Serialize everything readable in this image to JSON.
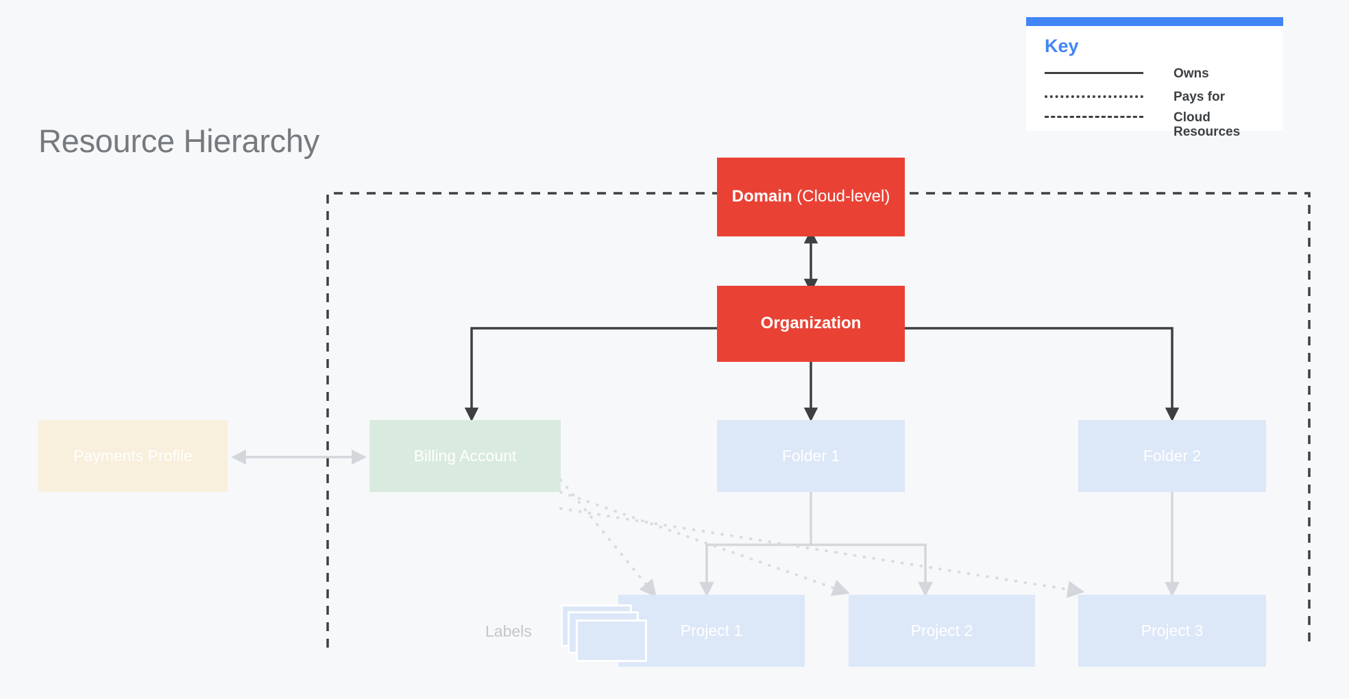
{
  "page": {
    "title": "Resource Hierarchy",
    "background_color": "#F7F8FA"
  },
  "colors": {
    "red": "#E94235",
    "blue_accent": "#4285F4",
    "cream": "#F8EFDC",
    "green": "#D9EADF",
    "blue": "#DCE7F8",
    "dark_line": "#3C4043",
    "light_line": "#D5D8DB",
    "title_gray": "#757A7E"
  },
  "key": {
    "title": "Key",
    "entries": [
      {
        "style": "solid",
        "label": "Owns"
      },
      {
        "style": "dotted",
        "label": "Pays for"
      },
      {
        "style": "dashed",
        "label": "Cloud Resources"
      }
    ]
  },
  "nodes": {
    "domain": {
      "label_bold": "Domain",
      "label_rest": " (Cloud-level)"
    },
    "organization": {
      "label": "Organization"
    },
    "payments_profile": {
      "label": "Payments Profile"
    },
    "billing_account": {
      "label": "Billing Account"
    },
    "folder_1": {
      "label": "Folder 1"
    },
    "folder_2": {
      "label": "Folder 2"
    },
    "project_1": {
      "label": "Project 1"
    },
    "project_2": {
      "label": "Project 2"
    },
    "project_3": {
      "label": "Project 3"
    },
    "labels": {
      "label": "Labels"
    }
  },
  "relationships": [
    {
      "from": "Domain (Cloud-level)",
      "to": "Organization",
      "type": "Owns",
      "direction": "both"
    },
    {
      "from": "Organization",
      "to": "Billing Account",
      "type": "Owns",
      "direction": "to"
    },
    {
      "from": "Organization",
      "to": "Folder 1",
      "type": "Owns",
      "direction": "to"
    },
    {
      "from": "Organization",
      "to": "Folder 2",
      "type": "Owns",
      "direction": "to"
    },
    {
      "from": "Payments Profile",
      "to": "Billing Account",
      "type": "Owns",
      "direction": "both"
    },
    {
      "from": "Folder 1",
      "to": "Project 1",
      "type": "Owns",
      "direction": "to"
    },
    {
      "from": "Folder 1",
      "to": "Project 2",
      "type": "Owns",
      "direction": "to"
    },
    {
      "from": "Folder 2",
      "to": "Project 3",
      "type": "Owns",
      "direction": "to"
    },
    {
      "from": "Billing Account",
      "to": "Project 1",
      "type": "Pays for",
      "direction": "to"
    },
    {
      "from": "Billing Account",
      "to": "Project 2",
      "type": "Pays for",
      "direction": "to"
    },
    {
      "from": "Billing Account",
      "to": "Project 3",
      "type": "Pays for",
      "direction": "to"
    }
  ],
  "cloud_boundary": {
    "label": "Cloud Resources",
    "style": "dashed"
  }
}
